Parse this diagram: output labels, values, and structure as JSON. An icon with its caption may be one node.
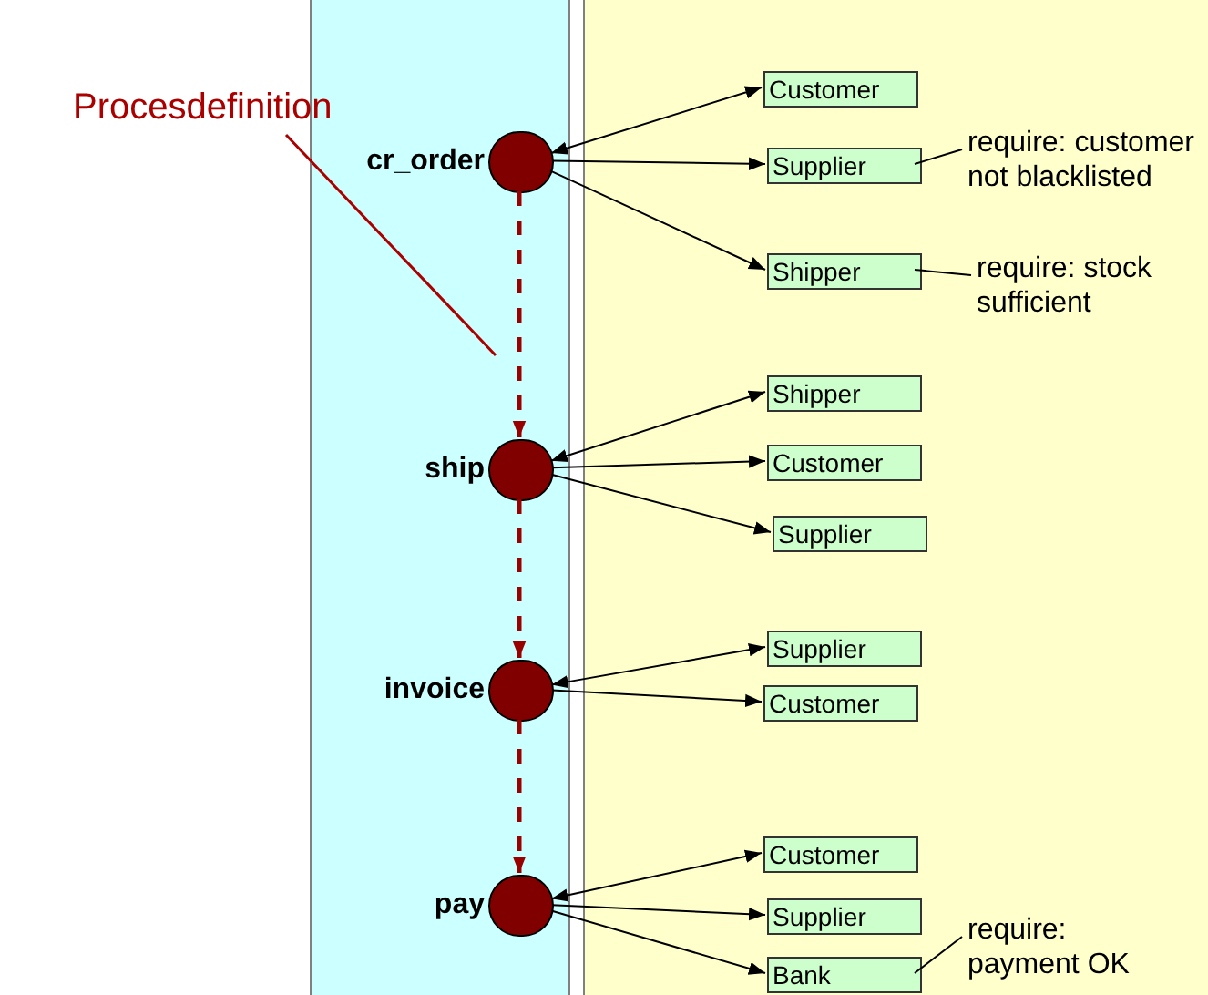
{
  "diagram": {
    "nodes": [
      {
        "text": [],
        "shape": "box"
      },
      {
        "text": [],
        "shape": "box"
      },
      {
        "text": [
          "Procesdefinition"
        ]
      },
      {
        "text": [
          "cr_order"
        ],
        "in": 0
      },
      {
        "text": [
          "Customer"
        ],
        "in": 1
      },
      {
        "text": [
          "Supplier"
        ],
        "in": 1
      },
      {
        "text": [
          "Shipper"
        ],
        "in": 1
      },
      {
        "text": [
          "require: customer not blacklisted"
        ],
        "in": 1
      },
      {
        "text": [
          "require: stock sufficient"
        ],
        "in": 1
      },
      {
        "text": [
          "ship"
        ],
        "in": 0
      },
      {
        "text": [
          "Shipper"
        ],
        "in": 1
      },
      {
        "text": [
          "Customer"
        ],
        "in": 1
      },
      {
        "text": [
          "Supplier"
        ],
        "in": 1
      },
      {
        "text": [
          "invoice"
        ],
        "in": 0
      },
      {
        "text": [
          "Supplier"
        ],
        "in": 1
      },
      {
        "text": [
          "Customer"
        ],
        "in": 1
      },
      {
        "text": [
          "pay"
        ],
        "in": 0
      },
      {
        "text": [
          "Customer"
        ],
        "in": 1
      },
      {
        "text": [
          "Supplier"
        ],
        "in": 1
      },
      {
        "text": [
          "Bank"
        ],
        "in": 1
      },
      {
        "text": [
          "require: payment OK"
        ],
        "in": 1
      }
    ],
    "edges": [
      {
        "from": 3,
        "to": 4,
        "arrow": "both"
      },
      {
        "from": 3,
        "to": 5,
        "arrow": "to"
      },
      {
        "from": 3,
        "to": 6,
        "arrow": "to"
      },
      {
        "from": 5,
        "to": 7,
        "arrow": "none"
      },
      {
        "from": 6,
        "to": 8,
        "arrow": "none"
      },
      {
        "from": 9,
        "to": 10,
        "arrow": "both"
      },
      {
        "from": 9,
        "to": 11,
        "arrow": "to"
      },
      {
        "from": 9,
        "to": 12,
        "arrow": "to"
      },
      {
        "from": 13,
        "to": 14,
        "arrow": "both"
      },
      {
        "from": 13,
        "to": 15,
        "arrow": "to"
      },
      {
        "from": 16,
        "to": 17,
        "arrow": "both"
      },
      {
        "from": 16,
        "to": 18,
        "arrow": "to"
      },
      {
        "from": 16,
        "to": 19,
        "arrow": "to"
      },
      {
        "from": 19,
        "to": 20,
        "arrow": "none"
      },
      {
        "from": 3,
        "to": 9,
        "arrow": "to",
        "style": "dashed",
        "color": "#990000"
      },
      {
        "from": 9,
        "to": 13,
        "arrow": "to",
        "style": "dashed",
        "color": "#990000"
      },
      {
        "from": 13,
        "to": 16,
        "arrow": "to",
        "style": "dashed",
        "color": "#990000"
      },
      {
        "from": 2,
        "to": null,
        "arrow": "none",
        "color": "#aa0000"
      }
    ]
  }
}
